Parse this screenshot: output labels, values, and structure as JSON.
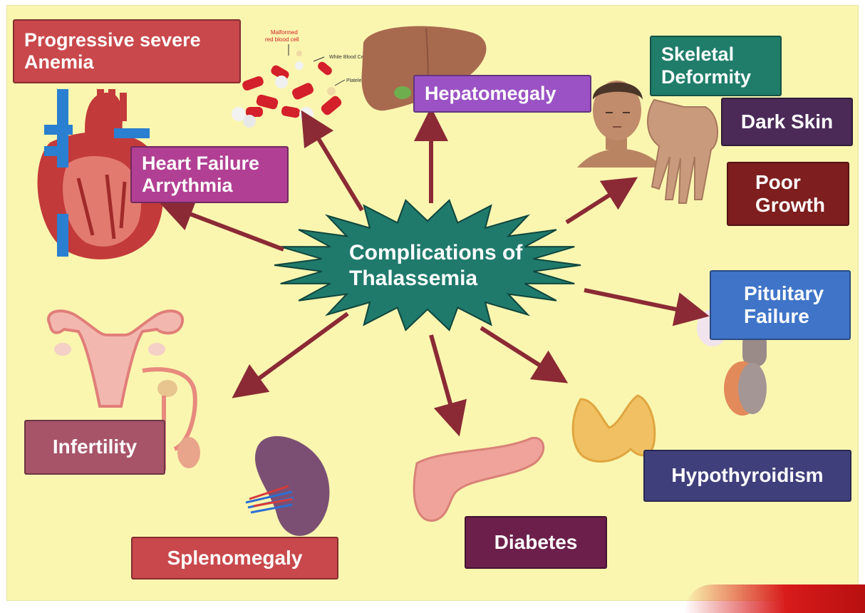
{
  "hub": {
    "title": "Complications of\nThalassemia",
    "color": "#1f7a6c"
  },
  "blood_labels": {
    "malformed": "Malformed\nred blood cell",
    "wbc": "White Blood Ce",
    "platelet": "Platele"
  },
  "complications": [
    {
      "id": "anemia",
      "label": "Progressive severe\nAnemia",
      "color": "#c9484b"
    },
    {
      "id": "hepatomegaly",
      "label": "Hepatomegaly",
      "color": "#9a52c4"
    },
    {
      "id": "skeletal",
      "label": "Skeletal\nDeformity",
      "color": "#1f7d6a"
    },
    {
      "id": "dark-skin",
      "label": "Dark Skin",
      "color": "#4b2a58"
    },
    {
      "id": "poor-growth",
      "label": "Poor\nGrowth",
      "color": "#7e1e1e"
    },
    {
      "id": "heart",
      "label": "Heart Failure\nArrythmia",
      "color": "#b13f93"
    },
    {
      "id": "pituitary",
      "label": "Pituitary\nFailure",
      "color": "#3f74c8"
    },
    {
      "id": "infertility",
      "label": "Infertility",
      "color": "#a75468"
    },
    {
      "id": "hypothyroidism",
      "label": "Hypothyroidism",
      "color": "#3f3f7c"
    },
    {
      "id": "diabetes",
      "label": "Diabetes",
      "color": "#6b1f4a"
    },
    {
      "id": "splenomegaly",
      "label": "Splenomegaly",
      "color": "#c9484b"
    }
  ],
  "colors": {
    "arrow": "#8b2a35",
    "background": "#faf6b0"
  }
}
